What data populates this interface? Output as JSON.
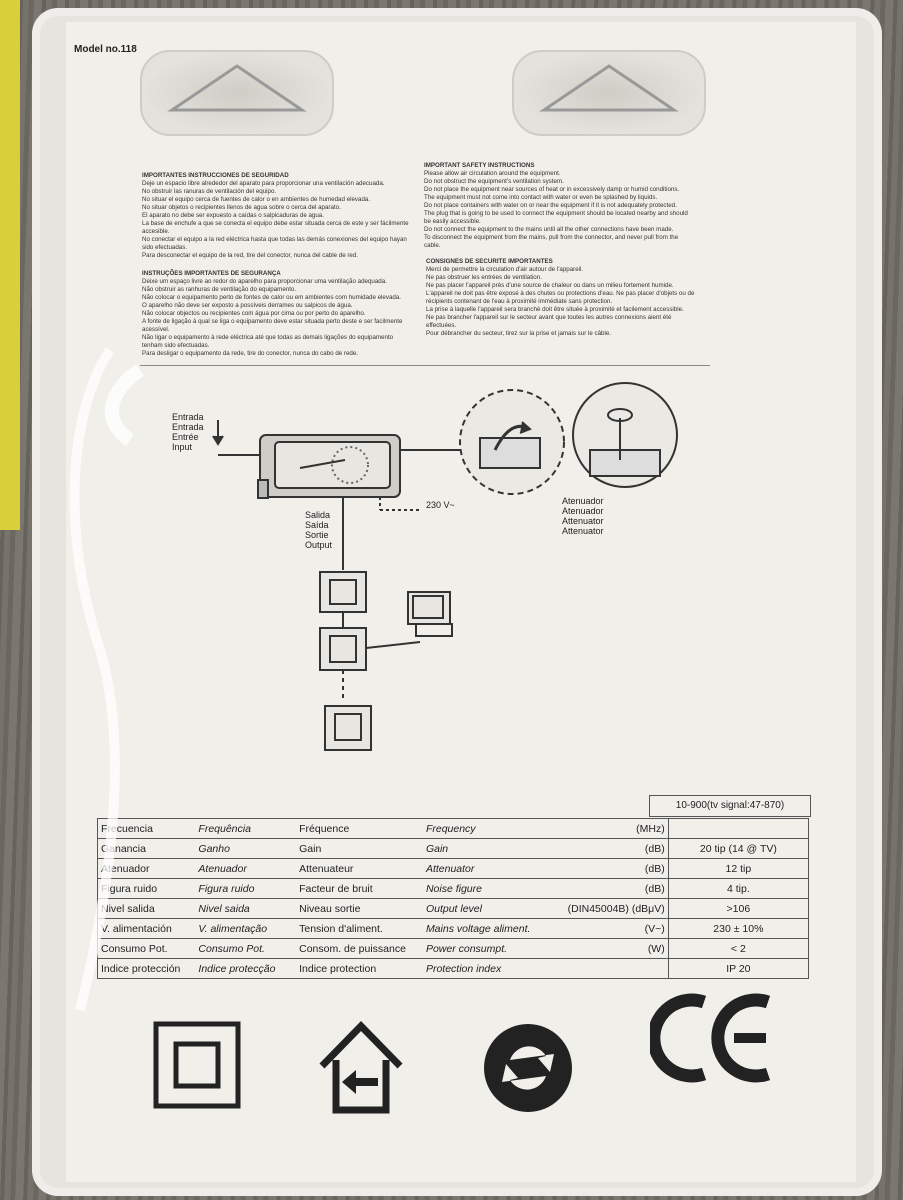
{
  "model_label": "Model no.118",
  "instructions": {
    "es_title": "IMPORTANTES INSTRUCCIONES DE SEGURIDAD",
    "es_lines": [
      "Deje un espacio libre alrededor del aparato para proporcionar una ventilación adecuada.",
      "No obstruir las ranuras de ventilación del equipo.",
      "No situar el equipo cerca de fuentes de calor o en ambientes de humedad elevada.",
      "No situar objetos o recipientes llenos de agua sobre o cerca del aparato.",
      "El aparato no debe ser expuesto a caídas o salpicaduras de agua.",
      "La base de enchufe a que se conecta el equipo debe estar situada cerca de este y ser fácilmente accesible.",
      "No conectar el equipo a la red eléctrica hasta que todas las demás conexiones del equipo hayan sido efectuadas.",
      "Para desconectar el equipo de la red, tire del conector, nunca del cable de red."
    ],
    "pt_title": "INSTRUÇÕES IMPORTANTES DE SEGURANÇA",
    "pt_lines": [
      "Deixe um espaço livre ao redor do aparelho para proporcionar uma ventilação adequada.",
      "Não obstruir as ranhuras de ventilação do equipamento.",
      "Não colocar o equipamento perto de fontes de calor ou em ambientes com humidade elevada.",
      "O aparelho não deve ser exposto a possíveis derrames ou salpicos de água.",
      "Não colocar objectos ou recipientes com água por cima ou por perto do aparelho.",
      "A fonte de ligação à qual se liga o equipamento deve estar situada perto deste e ser facilmente acessível.",
      "Não ligar o equipamento à rede eléctrica até que todas as demais ligações do equipamento tenham sido efectuadas.",
      "Para desligar o equipamento da rede, tire do conector, nunca do cabo de rede."
    ],
    "en_title": "IMPORTANT SAFETY INSTRUCTIONS",
    "en_lines": [
      "Please allow air circulation around the equipment.",
      "Do not obstruct the equipment's ventilation system.",
      "Do not place the equipment near sources of heat or in excessively damp or humid conditions.",
      "The equipment must not come into contact with water or even be splashed by liquids.",
      "Do not place containers with water on or near the equipment if it is not adequately protected.",
      "The plug that is going to be used to connect the equipment should be located nearby and should be easily accessible.",
      "Do not connect the equipment to the mains until all the other connections have been made.",
      "To disconnect the equipment from the mains, pull from the connector, and never pull from the cable."
    ],
    "fr_title": "CONSIGNES DE SECURITE IMPORTANTES",
    "fr_lines": [
      "Merci de permettre la circulation d'air autour de l'appareil.",
      "Ne pas obstruer les entrées de ventilation.",
      "Ne pas placer l'appareil près d'une source de chaleur ou dans un milieu fortement humide.",
      "L'appareil ne doit pas être exposé à des chutes ou protections d'eau. Ne pas placer d'objets ou de récipients contenant de l'eau à proximité immédiate sans protection.",
      "La prise à laquelle l'appareil sera branché doit être située à proximité et facilement accessible.",
      "Ne pas brancher l'appareil sur le secteur avant que toutes les autres connexions aient été effectuées.",
      "Pour débrancher du secteur, tirez sur la prise et jamais sur le câble."
    ]
  },
  "diagram": {
    "input_labels": [
      "Entrada",
      "Entrada",
      "Entrée",
      "Input"
    ],
    "output_labels": [
      "Salida",
      "Saída",
      "Sortie",
      "Output"
    ],
    "voltage": "230 V~",
    "attenuator_labels": [
      "Atenuador",
      "Atenuador",
      "Attenuator",
      "Attenuator"
    ]
  },
  "spec_table": {
    "top_header": "10-900(tv signal:47-870)",
    "rows": [
      {
        "es": "Frecuencia",
        "pt": "Frequência",
        "fr": "Fréquence",
        "en": "Frequency",
        "unit": "(MHz)",
        "value": ""
      },
      {
        "es": "Ganancia",
        "pt": "Ganho",
        "fr": "Gain",
        "en": "Gain",
        "unit": "(dB)",
        "value": "20 tip (14 @ TV)"
      },
      {
        "es": "Atenuador",
        "pt": "Atenuador",
        "fr": "Attenuateur",
        "en": "Attenuator",
        "unit": "(dB)",
        "value": "12 tip"
      },
      {
        "es": "Figura ruido",
        "pt": "Figura ruido",
        "fr": "Facteur de bruit",
        "en": "Noise figure",
        "unit": "(dB)",
        "value": "4 tip."
      },
      {
        "es": "Nivel salida",
        "pt": "Nivel saida",
        "fr": "Niveau sortie",
        "en": "Output level",
        "unit": "(DIN45004B) (dBμV)",
        "value": ">106"
      },
      {
        "es": "V. alimentación",
        "pt": "V. alimentação",
        "fr": "Tension d'aliment.",
        "en": "Mains voltage aliment.",
        "unit": "(V~)",
        "value": "230 ± 10%"
      },
      {
        "es": "Consumo Pot.",
        "pt": "Consumo Pot.",
        "fr": "Consom. de puissance",
        "en": "Power consumpt.",
        "unit": "(W)",
        "value": "< 2"
      },
      {
        "es": "Indice protección",
        "pt": "Indice protecção",
        "fr": "Indice protection",
        "en": "Protection index",
        "unit": "",
        "value": "IP 20"
      }
    ]
  },
  "symbols": {
    "double_insulation": "double-insulation-icon",
    "indoor_use": "indoor-use-icon",
    "green_dot": "green-dot-recycling-icon",
    "ce_mark": "ce-mark-icon"
  },
  "colors": {
    "card": "#f1efea",
    "ink": "#222222",
    "background": "#6f6b66"
  }
}
